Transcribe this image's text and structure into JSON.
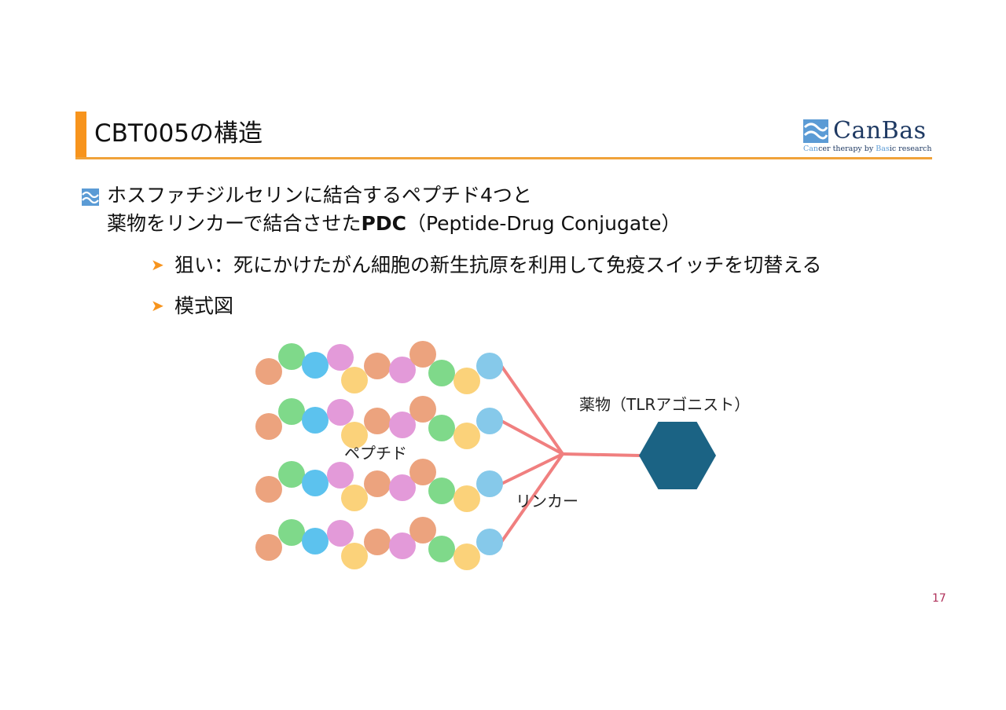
{
  "header": {
    "title": "CBT005の構造",
    "logo_name": "CanBas",
    "logo_tagline": [
      "Can",
      "cer therapy by ",
      "Bas",
      "ic research"
    ]
  },
  "bullets": {
    "main_line1": "ホスファチジルセリンに結合するペプチド4つと",
    "main_line2_prefix": "薬物をリンカーで結合させた",
    "main_line2_bold": "PDC",
    "main_line2_suffix": "（Peptide-Drug Conjugate）",
    "sub1": "狙い：死にかけたがん細胞の新生抗原を利用して免疫スイッチを切替える",
    "sub2": "模式図"
  },
  "diagram": {
    "peptide_label": "ペプチド",
    "linker_label": "リンカー",
    "drug_label": "薬物（TLRアゴニスト）",
    "colors": {
      "orange": "#eca37e",
      "green": "#7fd98a",
      "blue": "#5cc2ee",
      "pink": "#e39ad9",
      "yellow": "#fbd27a",
      "lightblue": "#86c9ea",
      "linker": "#f07f7f",
      "drug": "#1b6384",
      "accent": "#f7941d"
    }
  },
  "footer": {
    "page_number": "17"
  }
}
